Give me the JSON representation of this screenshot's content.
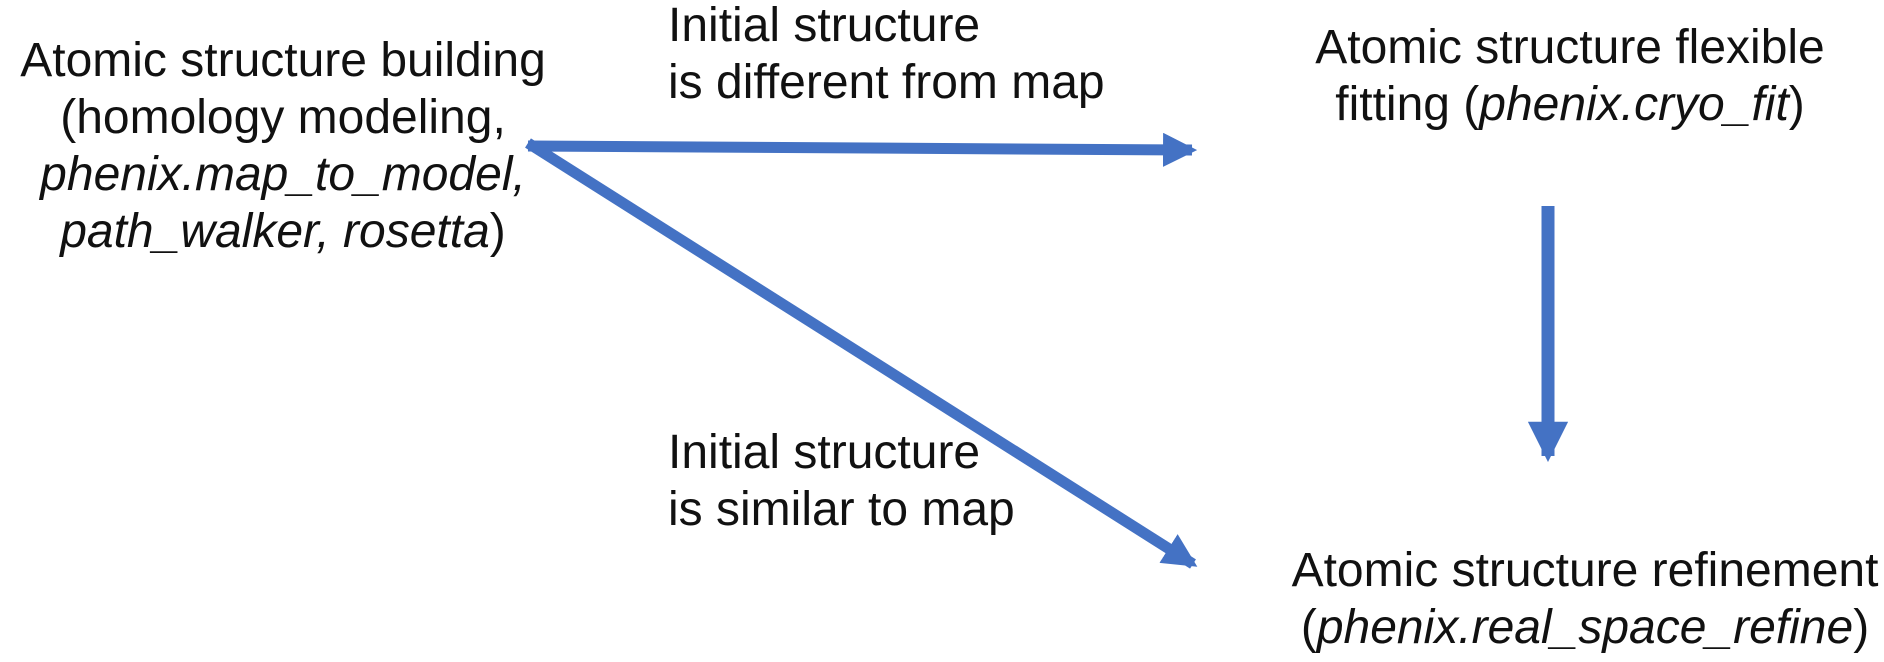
{
  "canvas": {
    "background": "#ffffff",
    "text_color": "#111111",
    "arrow_color": "#4472c4"
  },
  "nodes": {
    "building": {
      "lines": [
        {
          "segments": [
            {
              "text": "Atomic structure building",
              "italic": false
            }
          ]
        },
        {
          "segments": [
            {
              "text": "(homology modeling,",
              "italic": false
            }
          ]
        },
        {
          "segments": [
            {
              "text": "phenix.map_to_model,",
              "italic": true
            }
          ]
        },
        {
          "segments": [
            {
              "text": "path_walker, rosetta",
              "italic": true
            },
            {
              "text": ")",
              "italic": false
            }
          ]
        }
      ]
    },
    "fitting": {
      "lines": [
        {
          "segments": [
            {
              "text": "Atomic structure flexible",
              "italic": false
            }
          ]
        },
        {
          "segments": [
            {
              "text": "fitting (",
              "italic": false
            },
            {
              "text": "phenix.cryo_fit",
              "italic": true
            },
            {
              "text": ")",
              "italic": false
            }
          ]
        }
      ]
    },
    "refinement": {
      "lines": [
        {
          "segments": [
            {
              "text": "Atomic structure refinement",
              "italic": false
            }
          ]
        },
        {
          "segments": [
            {
              "text": "(",
              "italic": false
            },
            {
              "text": "phenix.real_space_refine",
              "italic": true
            },
            {
              "text": ")",
              "italic": false
            }
          ]
        }
      ]
    }
  },
  "edge_labels": {
    "different": {
      "line1": "Initial structure",
      "line2": "is different from map"
    },
    "similar": {
      "line1": "Initial structure",
      "line2": "is similar to map"
    }
  }
}
